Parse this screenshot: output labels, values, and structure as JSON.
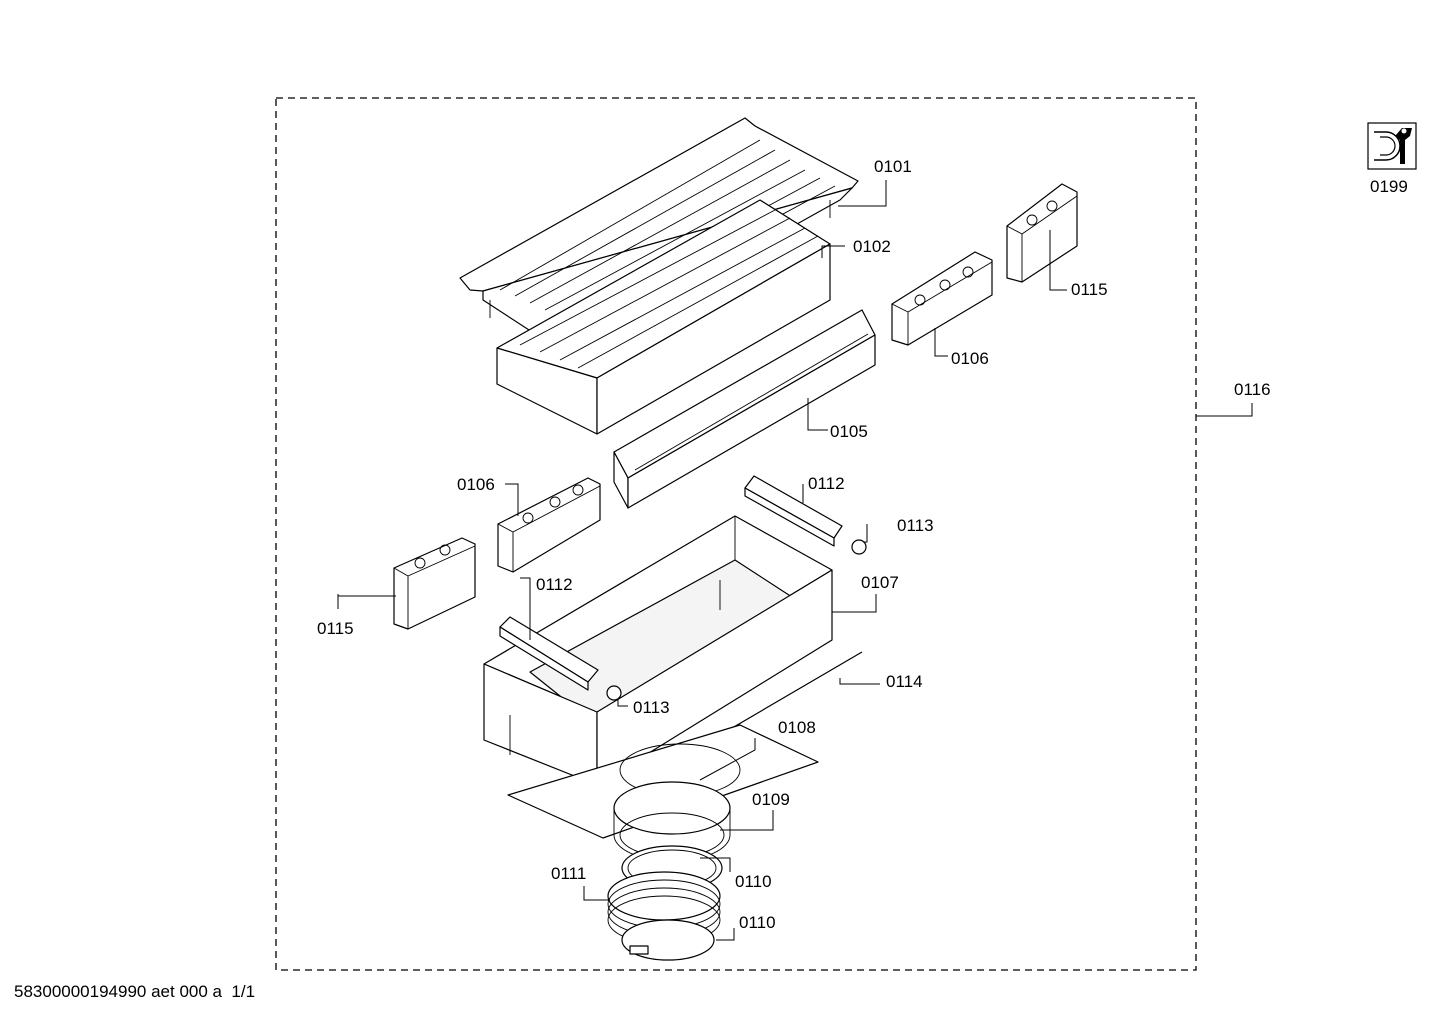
{
  "diagram": {
    "labels": {
      "p0101": "0101",
      "p0102": "0102",
      "p0115a": "0115",
      "p0106a": "0106",
      "p0116": "0116",
      "p0105": "0105",
      "p0106b": "0106",
      "p0112a": "0112",
      "p0113a": "0113",
      "p0112b": "0112",
      "p0107": "0107",
      "p0115b": "0115",
      "p0114": "0114",
      "p0113b": "0113",
      "p0108": "0108",
      "p0109": "0109",
      "p0111": "0111",
      "p0110a": "0110",
      "p0110b": "0110",
      "p0199": "0199"
    }
  },
  "footer": {
    "document_id": "58300000194990 aet 000 a  1/1"
  },
  "icons": {
    "tool_icon": "wrench-icon"
  }
}
